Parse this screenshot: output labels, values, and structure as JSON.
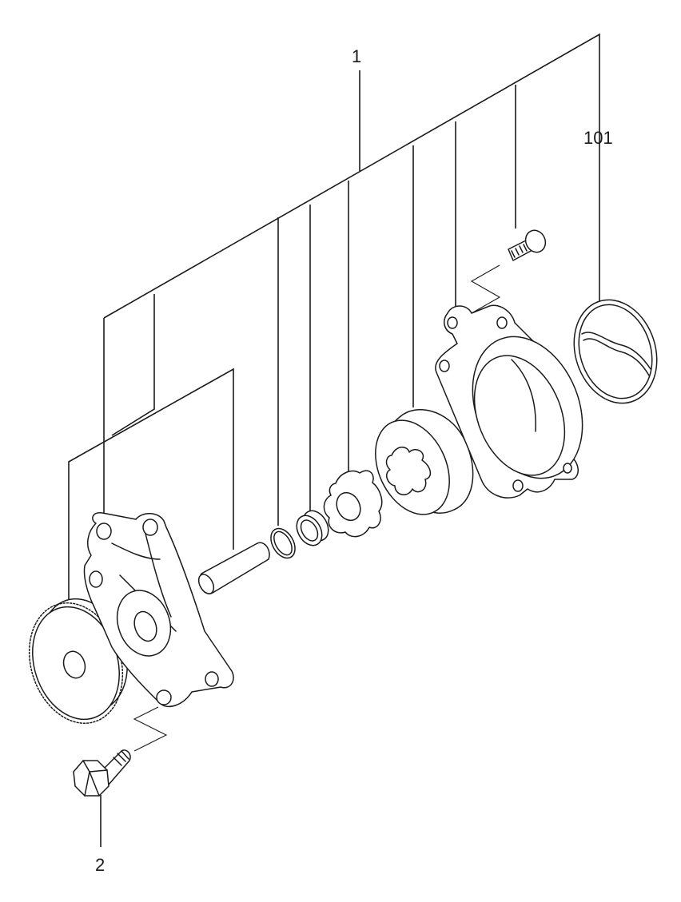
{
  "diagram": {
    "callouts": {
      "assembly": "1",
      "gasket": "101",
      "bolt": "2"
    }
  }
}
